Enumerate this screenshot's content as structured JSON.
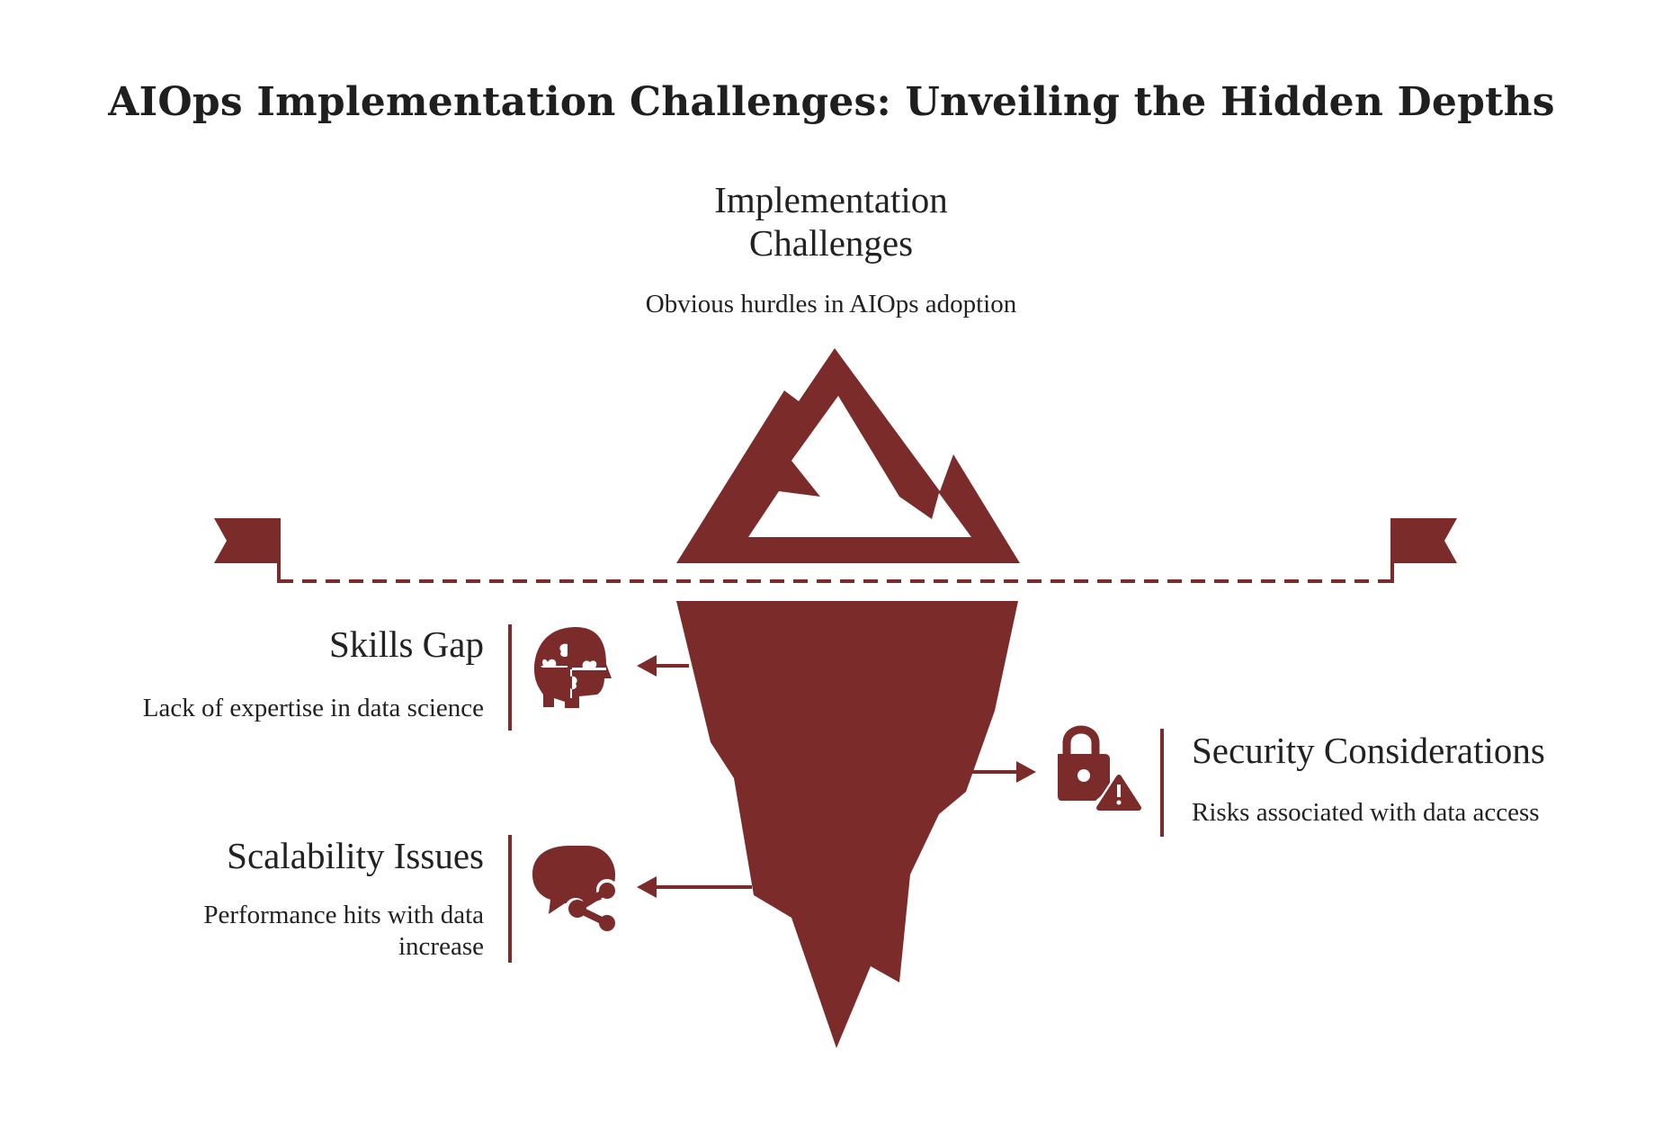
{
  "title": "AIOps Implementation Challenges: Unveiling the Hidden Depths",
  "colors": {
    "accent": "#7b2c2a",
    "text": "#222222",
    "background": "#ffffff"
  },
  "top": {
    "heading": "Implementation Challenges",
    "description": "Obvious hurdles in AIOps adoption"
  },
  "items": {
    "skills_gap": {
      "title": "Skills Gap",
      "description": "Lack of expertise in data science",
      "icon": "head-puzzle-icon"
    },
    "scalability": {
      "title": "Scalability Issues",
      "description": "Performance hits with data increase",
      "icon": "chat-share-icon"
    },
    "security": {
      "title": "Security Considerations",
      "description": "Risks associated with data access",
      "icon": "lock-warning-icon"
    }
  }
}
